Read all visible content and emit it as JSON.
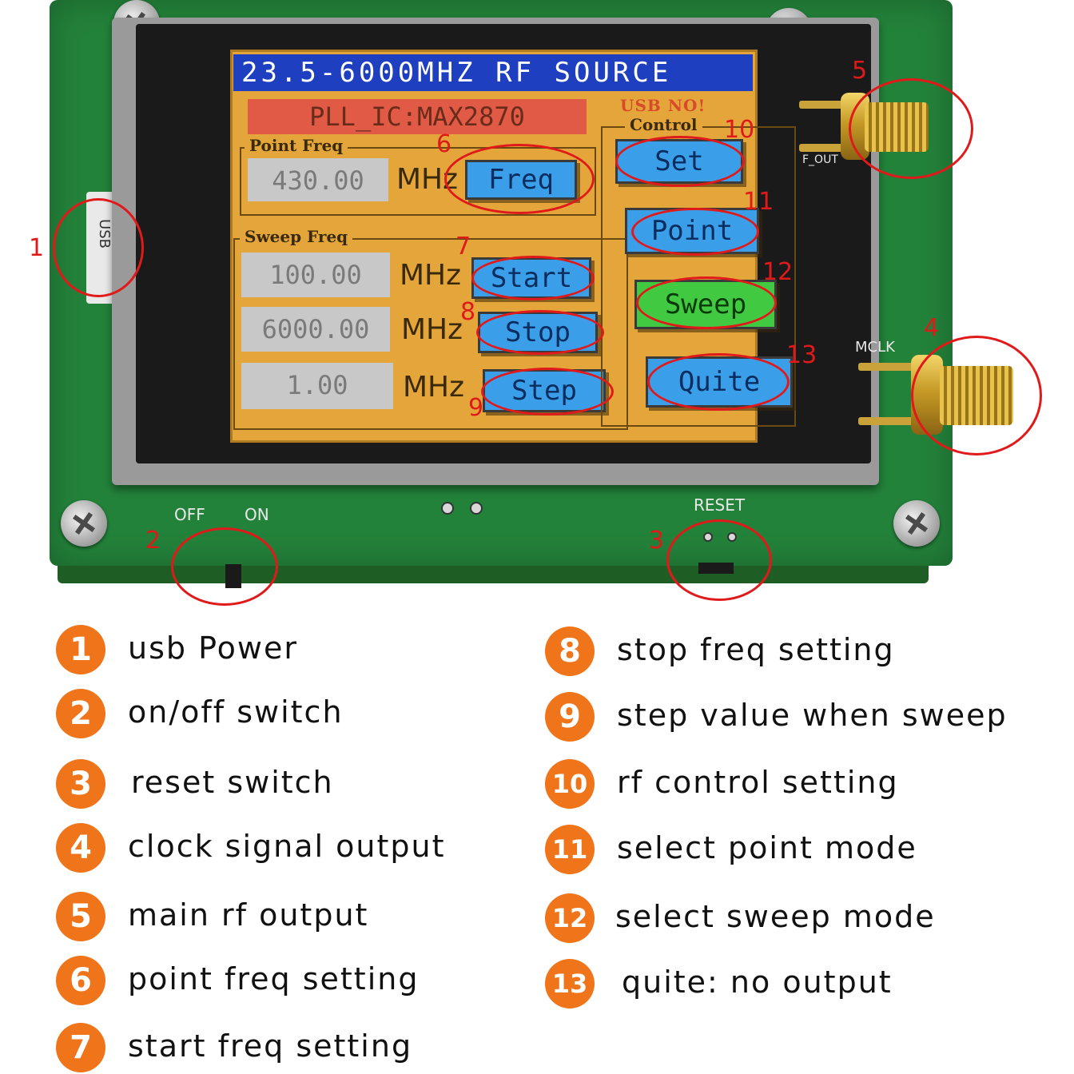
{
  "colors": {
    "pcb": "#23823a",
    "lcd_background": "#e4a63a",
    "title_bar": "#1e3fc0",
    "pll_bar": "#e05a45",
    "button_blue": "#3a9fe8",
    "button_green": "#42c942",
    "annotation_red": "#e01a1a",
    "legend_badge": "#f07419"
  },
  "lcd": {
    "title": "23.5-6000MHZ RF SOURCE",
    "pll_label": "PLL_IC:MAX2870",
    "usb_status": "USB NO!",
    "point_group": {
      "title": "Point Freq",
      "value": "430.00",
      "unit": "MHz",
      "button": "Freq"
    },
    "sweep_group": {
      "title": "Sweep Freq",
      "rows": [
        {
          "value": "100.00",
          "unit": "MHz",
          "button": "Start"
        },
        {
          "value": "6000.00",
          "unit": "MHz",
          "button": "Stop"
        },
        {
          "value": "1.00",
          "unit": "MHz",
          "button": "Step"
        }
      ]
    },
    "control_group": {
      "title": "Control",
      "buttons": [
        "Set",
        "Point",
        "Sweep",
        "Quite"
      ]
    }
  },
  "board_labels": {
    "usb": "USB",
    "off": "OFF",
    "on": "ON",
    "reset": "RESET",
    "mclk": "MCLK",
    "rf_out": "F_OUT"
  },
  "callout_numbers": [
    "1",
    "2",
    "3",
    "4",
    "5",
    "6",
    "7",
    "8",
    "9",
    "10",
    "11",
    "12",
    "13"
  ],
  "legend": [
    {
      "num": "1",
      "text": "usb Power"
    },
    {
      "num": "2",
      "text": "on/off switch"
    },
    {
      "num": "3",
      "text": "reset switch"
    },
    {
      "num": "4",
      "text": "clock signal output"
    },
    {
      "num": "5",
      "text": "main rf output"
    },
    {
      "num": "6",
      "text": "point freq setting"
    },
    {
      "num": "7",
      "text": "start freq setting"
    },
    {
      "num": "8",
      "text": "stop freq setting"
    },
    {
      "num": "9",
      "text": "step value when sweep"
    },
    {
      "num": "10",
      "text": "rf control setting"
    },
    {
      "num": "11",
      "text": "select point mode"
    },
    {
      "num": "12",
      "text": "select sweep mode"
    },
    {
      "num": "13",
      "text": "quite: no output"
    }
  ]
}
